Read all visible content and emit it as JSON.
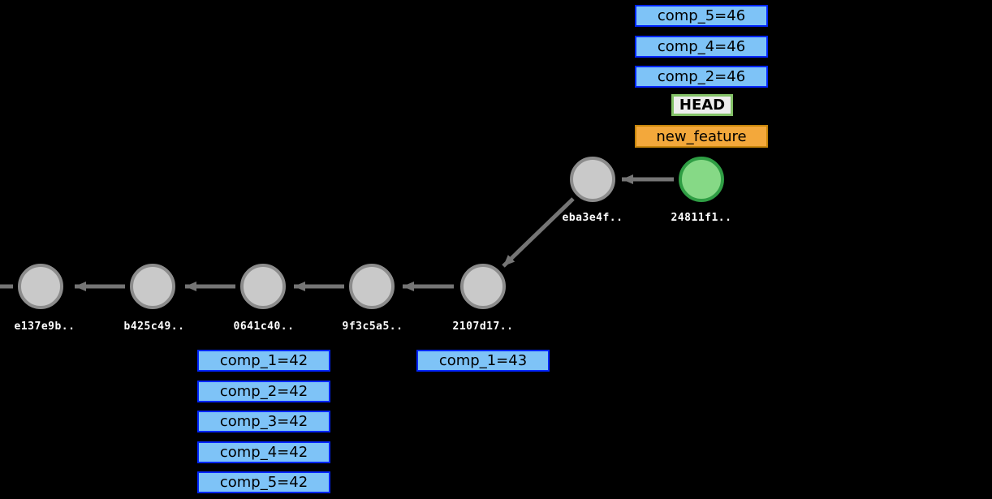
{
  "colors": {
    "background": "#000000",
    "ref_fill": "#7EC3F7",
    "ref_border": "#0026FF",
    "ref_text": "#000000",
    "head_fill": "#EDEDED",
    "head_border": "#83C167",
    "branch_fill": "#F3A83B",
    "branch_border": "#C8860B",
    "commit_fill": "#C9C9C9",
    "commit_border": "#8C8C8C",
    "head_commit_fill": "#86D986",
    "head_commit_border": "#2F9E44",
    "arrow": "#757575",
    "hash_text": "#FFFFFF"
  },
  "head_refs": {
    "tags": [
      "comp_5=46",
      "comp_4=46",
      "comp_2=46"
    ],
    "head_label": "HEAD",
    "branch_label": "new_feature"
  },
  "commits": [
    {
      "id": "e137e9b.."
    },
    {
      "id": "b425c49.."
    },
    {
      "id": "0641c40.."
    },
    {
      "id": "9f3c5a5.."
    },
    {
      "id": "2107d17.."
    },
    {
      "id": "eba3e4f.."
    },
    {
      "id": "24811f1.."
    }
  ],
  "tags": {
    "at_2107d17": [
      "comp_1=43"
    ],
    "at_0641c40": [
      "comp_1=42",
      "comp_2=42",
      "comp_3=42",
      "comp_4=42",
      "comp_5=42"
    ]
  }
}
